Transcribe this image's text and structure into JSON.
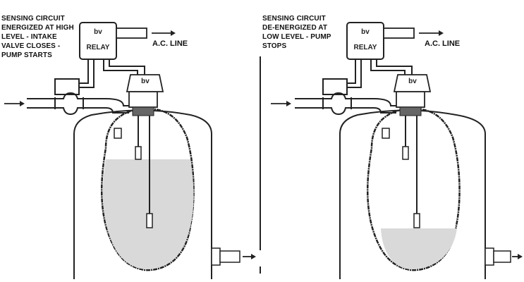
{
  "panels": [
    {
      "caption": "SENSING CIRCUIT\nENERGIZED AT HIGH\nLEVEL - INTAKE\nVALVE CLOSES -\nPUMP STARTS",
      "relay_logo": "bv",
      "relay_label": "RELAY",
      "top_logo": "bv",
      "ac_line": "A.C. LINE",
      "state": "high-level",
      "water_level_fraction": 0.68
    },
    {
      "caption": "SENSING CIRCUIT\nDE-ENERGIZED AT\nLOW LEVEL - PUMP\nSTOPS",
      "relay_logo": "bv",
      "relay_label": "RELAY",
      "top_logo": "bv",
      "ac_line": "A.C. LINE",
      "state": "low-level",
      "water_level_fraction": 0.2
    }
  ],
  "colors": {
    "water": "#d9d9d9",
    "line": "#222222",
    "background": "#ffffff"
  }
}
